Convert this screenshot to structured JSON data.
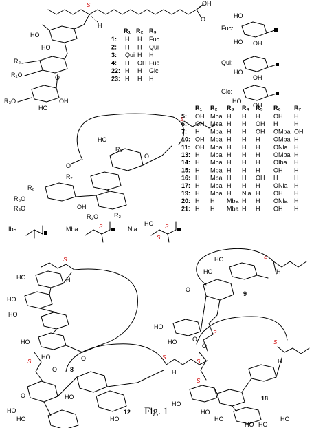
{
  "caption": "Fig. 1",
  "stereo_label": "S",
  "sugars": {
    "fuc": "Fuc:",
    "qui": "Qui:",
    "glc": "Glc:",
    "ho": "HO",
    "oh": "OH"
  },
  "acyl": {
    "iba": "Iba:",
    "mba": "Mba:",
    "nla": "Nla:",
    "ho": "HO"
  },
  "struct_labels": {
    "oh": "OH",
    "o": "O",
    "ho": "HO",
    "h": "H",
    "r1o": "R₁O",
    "r2": "R₂",
    "r3o": "R₃O",
    "r1": "R₁",
    "r4o": "R₄O",
    "r5o": "R₅O",
    "r6": "R₆",
    "r7": "R₇"
  },
  "compound_numbers": {
    "c8": "8",
    "c9": "9",
    "c12": "12",
    "c18": "18"
  },
  "table1": {
    "headers": [
      "R₁",
      "R₂",
      "R₃"
    ],
    "header_colors": [
      "#1a9a1a",
      "#1f2fd0",
      "#7a1fb0"
    ],
    "rows": [
      [
        "1:",
        "H",
        "H",
        "Fuc"
      ],
      [
        "2:",
        "H",
        "H",
        "Qui"
      ],
      [
        "3:",
        "Qui",
        "H",
        "H"
      ],
      [
        "4:",
        "H",
        "OH",
        "Fuc"
      ],
      [
        "22:",
        "H",
        "H",
        "Glc"
      ],
      [
        "23:",
        "H",
        "H",
        "H"
      ]
    ]
  },
  "table2": {
    "headers": [
      "R₁",
      "R₂",
      "R₃",
      "R₄",
      "R₅",
      "R₆",
      "R₇"
    ],
    "header_colors": [
      "#1a9a1a",
      "#1f2fd0",
      "#7a1fb0",
      "#d01fa0",
      "#d07a00",
      "#6b6b00",
      "#b05a1f"
    ],
    "rows": [
      [
        "5:",
        "OH",
        "Mba",
        "H",
        "H",
        "H",
        "OH",
        "H"
      ],
      [
        "6:",
        "OH",
        "Mba",
        "H",
        "H",
        "OH",
        "H",
        "H"
      ],
      [
        "7:",
        "H",
        "Mba",
        "H",
        "H",
        "OH",
        "OMba",
        "OH"
      ],
      [
        "10:",
        "OH",
        "Mba",
        "H",
        "H",
        "H",
        "OMba",
        "H"
      ],
      [
        "11:",
        "OH",
        "Mba",
        "H",
        "H",
        "H",
        "ONla",
        "H"
      ],
      [
        "13:",
        "H",
        "Mba",
        "H",
        "H",
        "H",
        "OMba",
        "H"
      ],
      [
        "14:",
        "H",
        "Mba",
        "H",
        "H",
        "H",
        "OIba",
        "H"
      ],
      [
        "15:",
        "H",
        "Mba",
        "H",
        "H",
        "H",
        "OH",
        "H"
      ],
      [
        "16:",
        "H",
        "Mba",
        "H",
        "H",
        "OH",
        "H",
        "H"
      ],
      [
        "17:",
        "H",
        "Mba",
        "H",
        "H",
        "H",
        "ONla",
        "H"
      ],
      [
        "19:",
        "H",
        "Mba",
        "H",
        "Nla",
        "H",
        "OH",
        "H"
      ],
      [
        "20:",
        "H",
        "H",
        "Mba",
        "H",
        "H",
        "ONla",
        "H"
      ],
      [
        "21:",
        "H",
        "H",
        "Mba",
        "H",
        "H",
        "OH",
        "H"
      ]
    ]
  }
}
